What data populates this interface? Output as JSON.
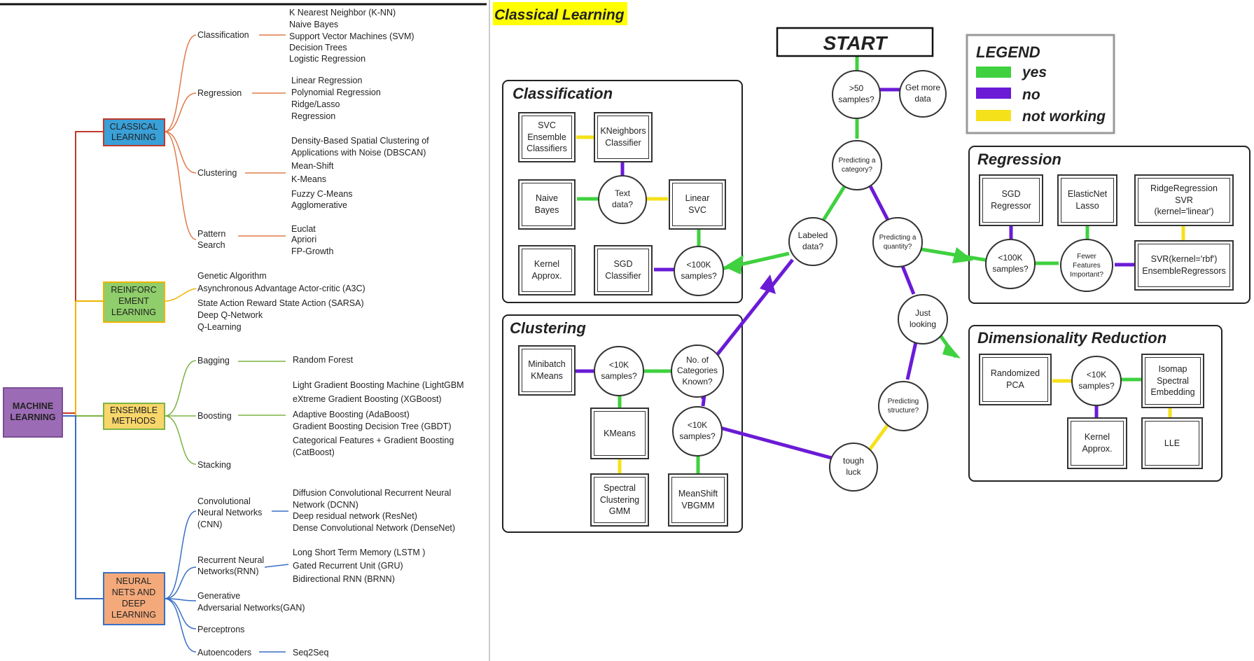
{
  "mindmap": {
    "root": "MACHINE\nLEARNING",
    "classical": {
      "label": "CLASSICAL\nLEARNING",
      "classification": {
        "label": "Classification",
        "items": [
          "K Nearest Neighbor (K-NN)",
          "Naive  Bayes",
          "Support Vector Machines (SVM)",
          "Decision Trees",
          "Logistic Regression"
        ]
      },
      "regression": {
        "label": "Regression",
        "items": [
          "Linear Regression",
          "Polynomial Regression",
          "Ridge/Lasso",
          "Regression"
        ]
      },
      "clustering": {
        "label": "Clustering",
        "items": [
          "Density-Based Spatial Clustering of",
          "Applications with Noise (DBSCAN)",
          "Mean-Shift",
          "K-Means",
          "Fuzzy C-Means",
          "Agglomerative"
        ]
      },
      "pattern": {
        "label": "Pattern\nSearch",
        "items": [
          "Euclat",
          "Apriori",
          "FP-Growth"
        ]
      }
    },
    "reinforcement": {
      "label": "REINFORC\nEMENT\nLEARNING",
      "items": [
        "Genetic  Algorithm",
        "State Action Reward State Action (SARSA)",
        "Asynchronous Advantage Actor-critic (A3C)",
        "Deep Q-Network",
        "Q-Learning"
      ]
    },
    "ensemble": {
      "label": "ENSEMBLE\nMETHODS",
      "bagging": {
        "label": "Bagging",
        "items": [
          "Random Forest"
        ]
      },
      "boosting": {
        "label": "Boosting",
        "items": [
          "Light Gradient Boosting Machine (LightGBM",
          "eXtreme Gradient Boosting (XGBoost)",
          "Adaptive Boosting (AdaBoost)",
          "Gradient Boosting Decision Tree (GBDT)",
          "Categorical Features + Gradient Boosting",
          "(CatBoost)"
        ]
      },
      "stacking": {
        "label": "Stacking"
      }
    },
    "neural": {
      "label": "NEURAL\nNETS  AND\nDEEP\nLEARNING",
      "cnn": {
        "label": "Convolutional\nNeural Networks\n(CNN)",
        "items": [
          "Diffusion Convolutional Recurrent Neural",
          "Network (DCNN)",
          "Deep residual network (ResNet)",
          "Dense Convolutional Network (DenseNet)"
        ]
      },
      "rnn": {
        "label": "Recurrent Neural\nNetworks(RNN)",
        "items": [
          "Long Short Term Memory (LSTM )",
          "Gated Recurrent Unit (GRU)",
          "Bidirectional RNN (BRNN)"
        ]
      },
      "gan": {
        "label": "Generative\nAdversarial Networks(GAN)"
      },
      "perceptrons": {
        "label": "Perceptrons"
      },
      "autoencoders": {
        "label": "Autoencoders",
        "items": [
          "Seq2Seq"
        ]
      }
    }
  },
  "flowchart": {
    "header": "Classical Learning",
    "start": "START",
    "legend": {
      "title": "LEGEND",
      "yes": "yes",
      "no": "no",
      "not_working": "not working"
    },
    "colors": {
      "yes": "#3fd13f",
      "no": "#6a1bd6",
      "not_working": "#f5e11a",
      "header_bg": "#ffff00",
      "classical": "#3aa0d8",
      "reinforcement": "#8fce6a",
      "ensemble": "#f8d66a",
      "neural": "#f4a97a",
      "root": "#9c6bb5"
    },
    "sections": {
      "classification": "Classification",
      "regression": "Regression",
      "clustering": "Clustering",
      "dimensionality": "Dimensionality Reduction"
    },
    "decisions": {
      "samples50": ">50\nsamples?",
      "more_data": "Get more\ndata",
      "category": "Predicting a\ncategory?",
      "labeled": "Labeled\ndata?",
      "quantity": "Predicting a\nquantity?",
      "just_looking": "Just\nlooking",
      "structure": "Predicting\nstructure?",
      "tough_luck": "tough\nluck",
      "text_data": "Text\ndata?",
      "class_100k": "<100K\nsamples?",
      "reg_100k": "<100K\nsamples?",
      "few_features": "Fewer\nFeatures\nImportant?",
      "clus_10k": "<10K\nsamples?",
      "num_categories": "No. of\nCategories\nKnown?",
      "clus_10k_b": "<10K\nsamples?",
      "dim_10k": "<10K\nsamples?"
    },
    "estimators": {
      "svc_ensemble": "SVC\nEnsemble\nClassifiers",
      "kneighbors": "KNeighbors\nClassifier",
      "naive_bayes": "Naive\nBayes",
      "linear_svc": "Linear\nSVC",
      "kernel_approx_c": "Kernel\nApprox.",
      "sgd_classifier": "SGD\nClassifier",
      "sgd_regressor": "SGD\nRegressor",
      "elasticnet": "ElasticNet\nLasso",
      "ridge": "RidgeRegression\nSVR\n(kernel='linear')",
      "svr_rbf": "SVR(kernel='rbf')\nEnsembleRegressors",
      "minibatch": "Minibatch\nKMeans",
      "kmeans": "KMeans",
      "spectral_gmm": "Spectral\nClustering\nGMM",
      "meanshift": "MeanShift\nVBGMM",
      "randomized_pca": "Randomized\nPCA",
      "isomap": "Isomap\nSpectral\nEmbedding",
      "kernel_approx_d": "Kernel\nApprox.",
      "lle": "LLE"
    }
  }
}
